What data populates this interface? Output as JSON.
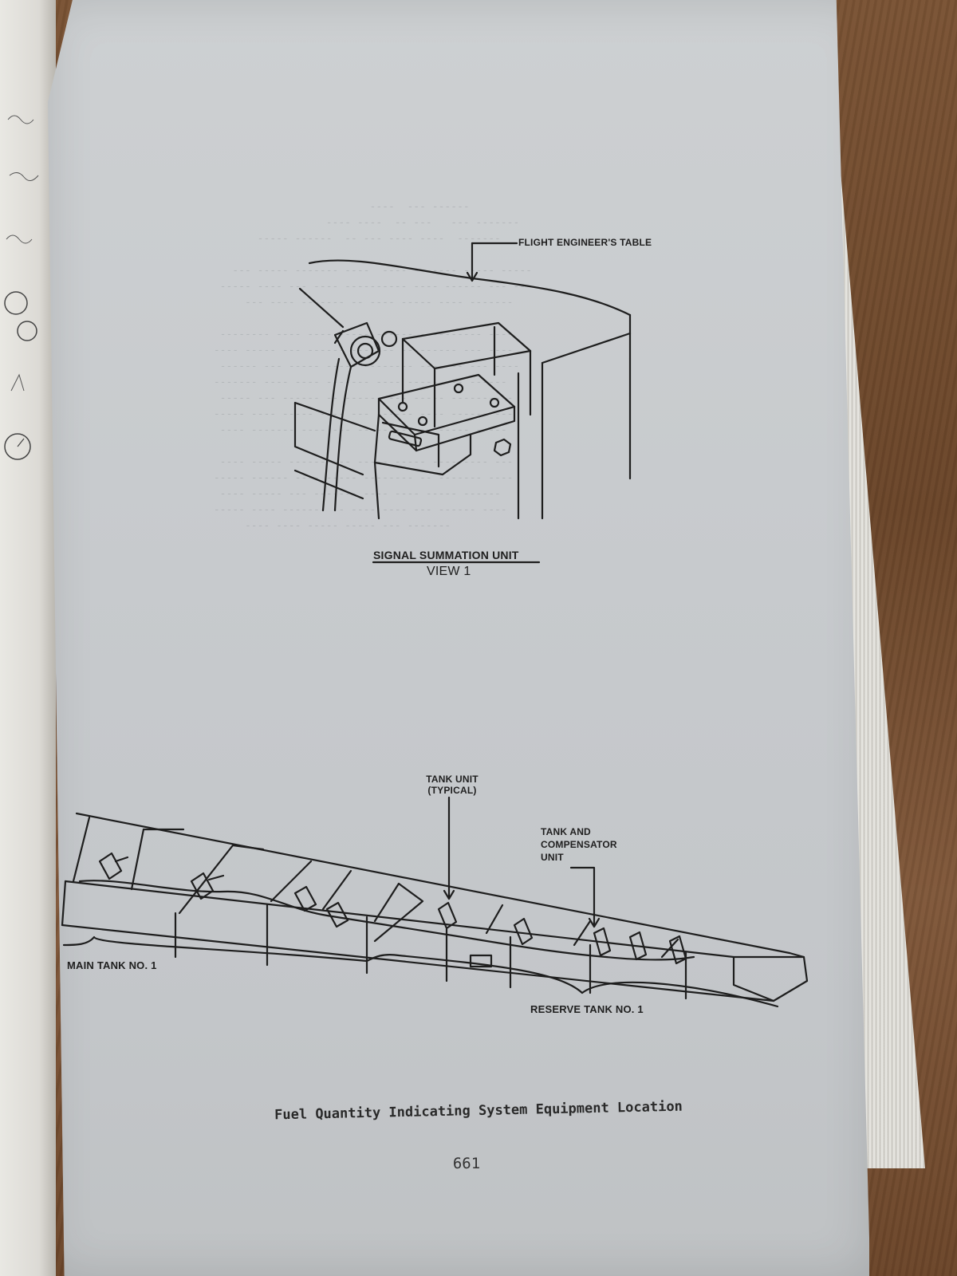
{
  "figure_upper": {
    "callout_table": "FLIGHT ENGINEER'S TABLE",
    "title": "SIGNAL SUMMATION UNIT",
    "view": "VIEW 1"
  },
  "figure_lower": {
    "callout_tank_unit_line1": "TANK UNIT",
    "callout_tank_unit_line2": "(TYPICAL)",
    "callout_comp_line1": "TANK AND",
    "callout_comp_line2": "COMPENSATOR",
    "callout_comp_line3": "UNIT",
    "label_main_tank": "MAIN TANK NO. 1",
    "label_reserve_tank": "RESERVE TANK NO. 1"
  },
  "caption": "Fuel Quantity Indicating System Equipment Location",
  "page_number": "661"
}
